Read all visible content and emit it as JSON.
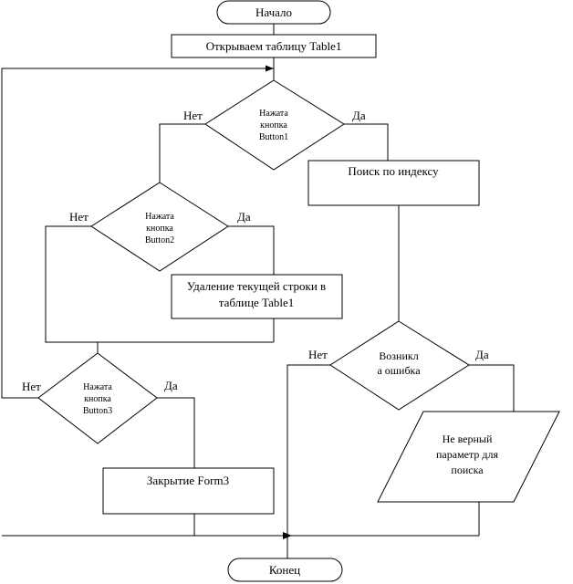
{
  "flowchart": {
    "start": "Начало",
    "open_table": "Открываем таблицу Table1",
    "decision1": [
      "Нажата",
      "кнопка",
      "Button1"
    ],
    "search": "Поиск по индексу",
    "decision2": [
      "Нажата",
      "кнопка",
      "Button2"
    ],
    "delete_row": [
      "Удаление текущей строки в",
      "таблице Table1"
    ],
    "decision3": [
      "Нажата",
      "кнопка",
      "Button3"
    ],
    "close_form": "Закрытие Form3",
    "error_check": [
      "Возникл",
      "а ошибка"
    ],
    "bad_param": [
      "Не верный",
      "параметр для",
      "поиска"
    ],
    "end": "Конец",
    "labels": {
      "yes": "Да",
      "no": "Нет"
    }
  }
}
